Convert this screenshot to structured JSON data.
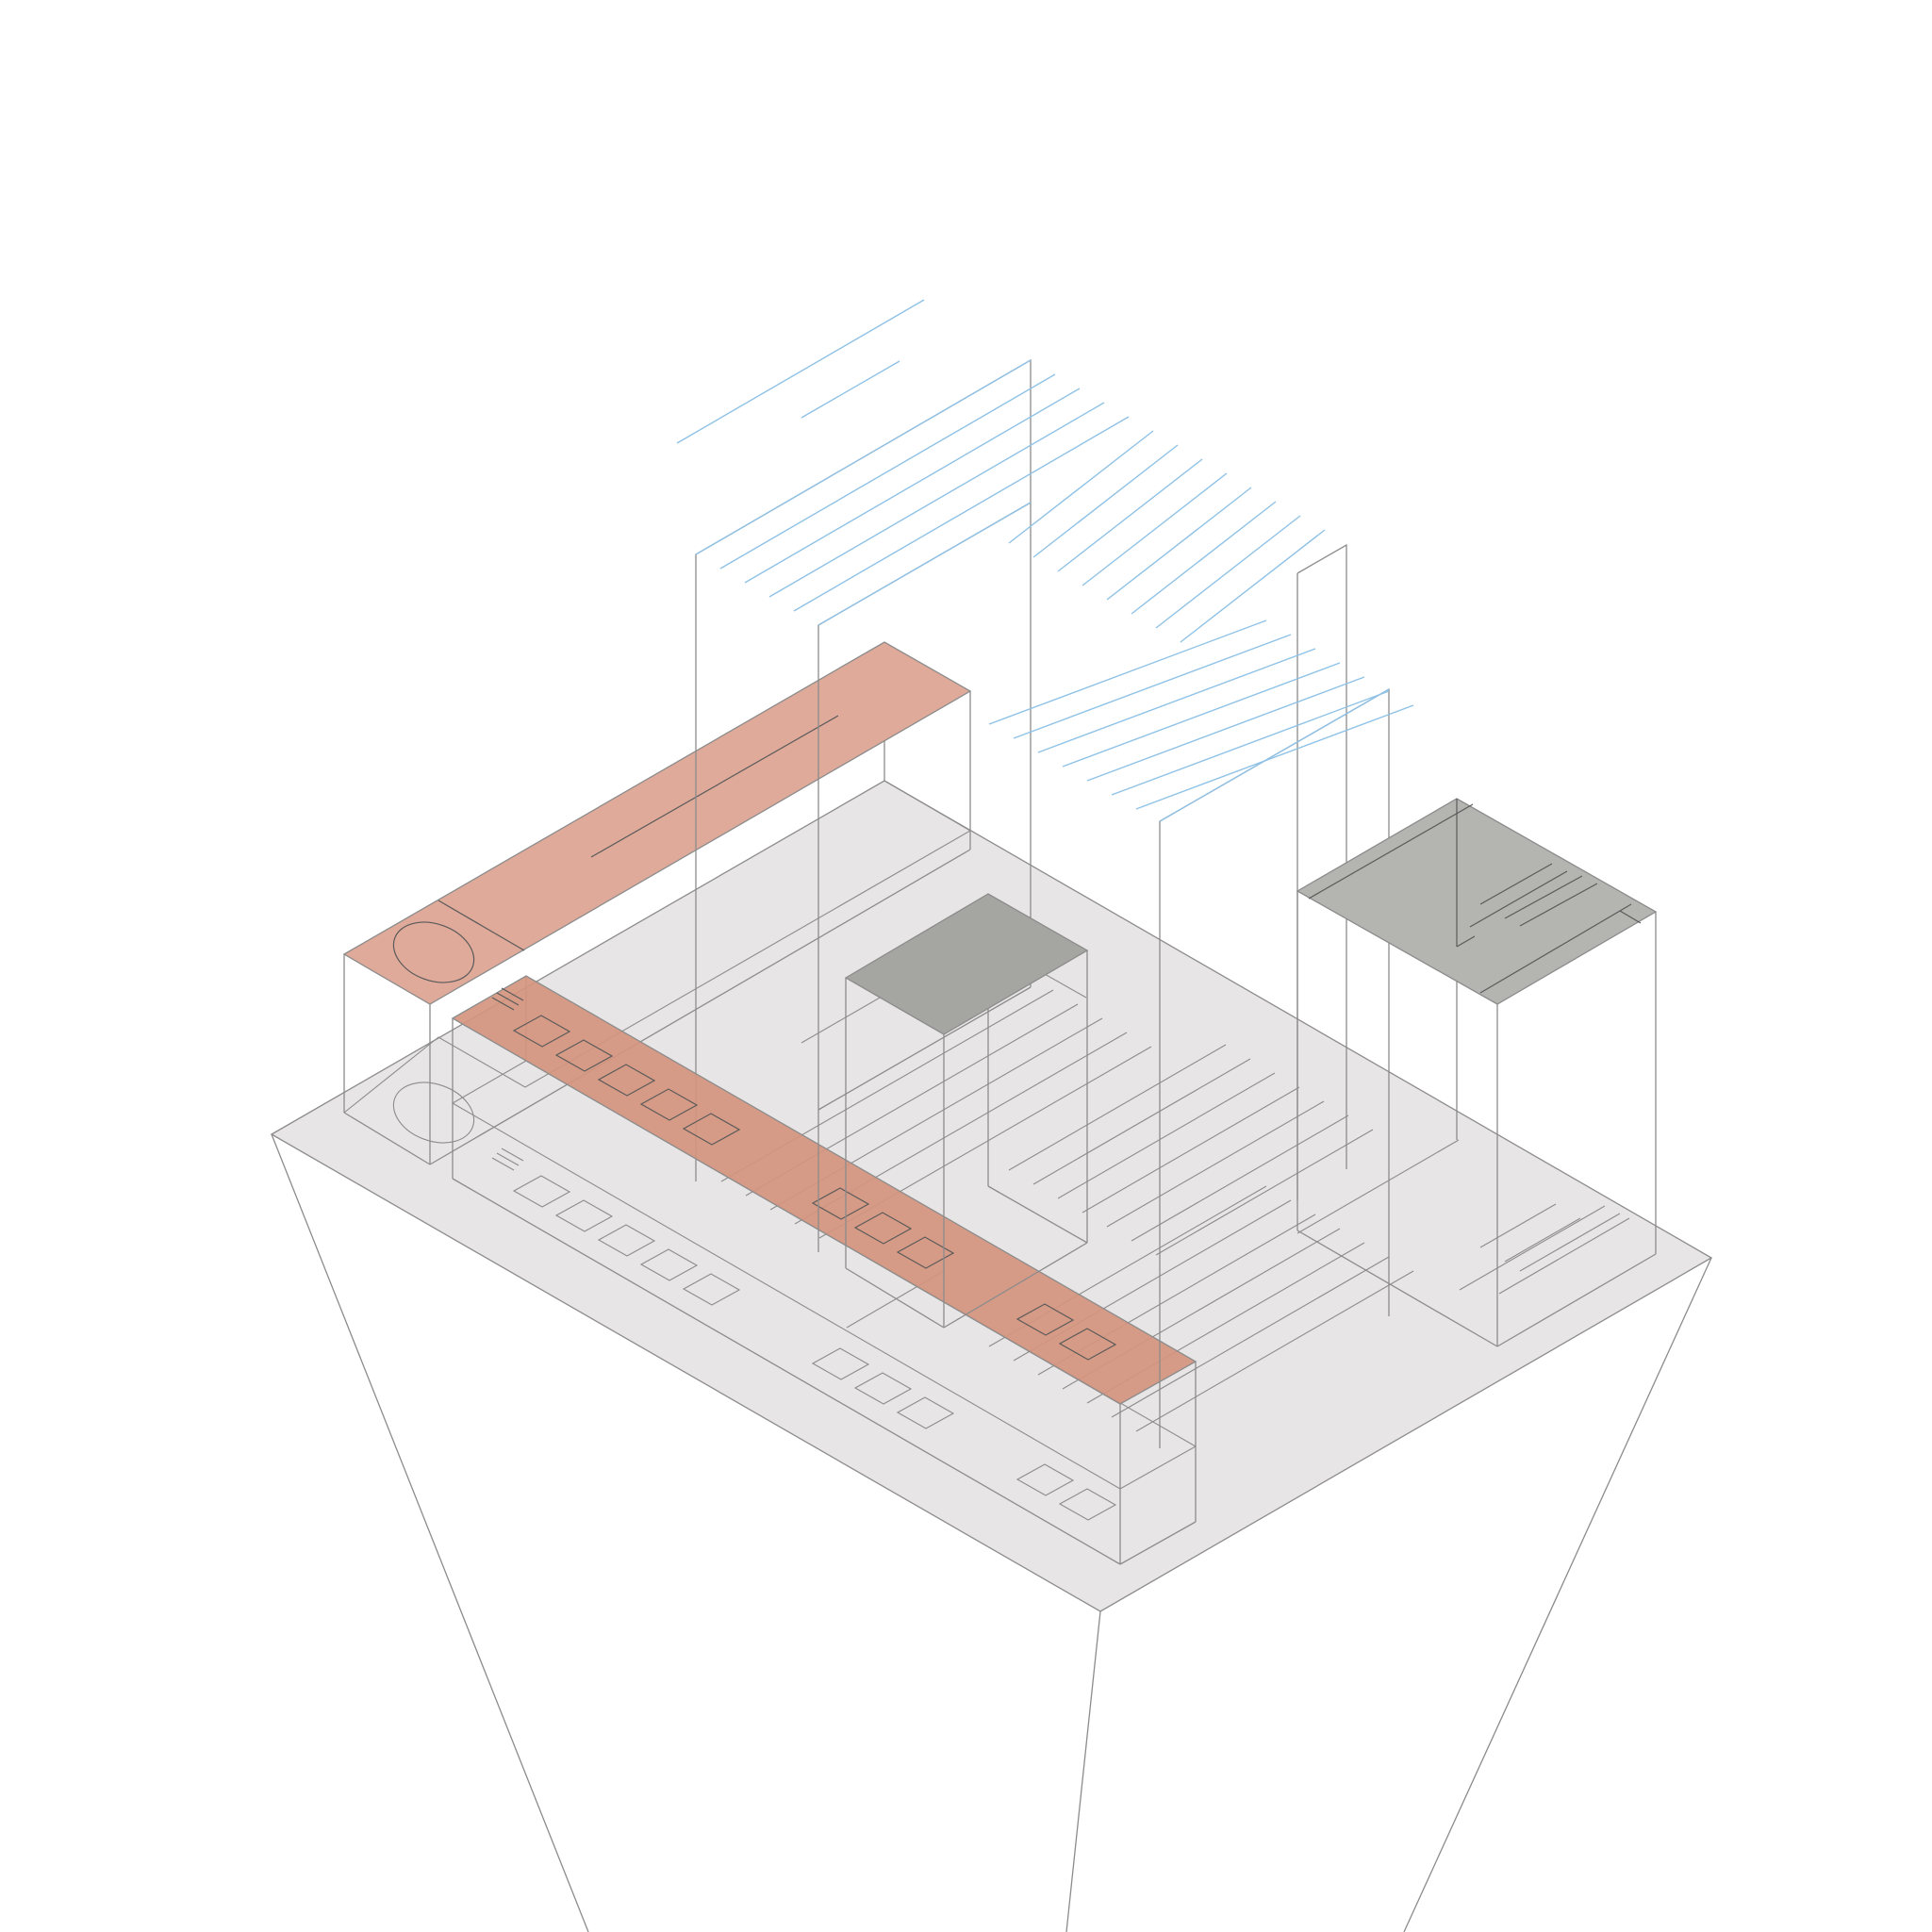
{
  "diagram": {
    "colors": {
      "background": "#ffffff",
      "platform": "#e8e5e6",
      "header_bar": "#dfaa9a",
      "tab_bar": "#d4957e",
      "dark_top": "#a5a6a1",
      "panel_top": "#b4b5b1",
      "blue_lines": "#8fc2e6",
      "edges": "#8c8c8c"
    },
    "blocks": [
      {
        "name": "header-bar",
        "kind": "extruded",
        "fill": "header_bar"
      },
      {
        "name": "tab-bar",
        "kind": "extruded",
        "fill": "tab_bar"
      },
      {
        "name": "content-column-left",
        "kind": "wireframe"
      },
      {
        "name": "content-column-center",
        "kind": "wireframe"
      },
      {
        "name": "content-column-right",
        "kind": "wireframe"
      },
      {
        "name": "dark-cube",
        "kind": "extruded",
        "fill": "dark_top"
      },
      {
        "name": "side-panel",
        "kind": "extruded",
        "fill": "panel_top"
      }
    ]
  }
}
